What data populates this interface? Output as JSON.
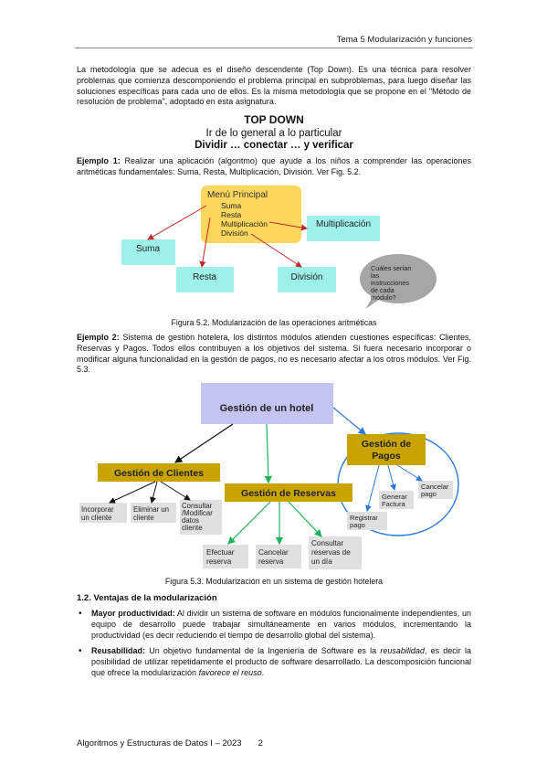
{
  "header": {
    "chapter": "Tema 5 Modularización y funciones"
  },
  "intro": "La metodología que se adecua es el diseño descendente (Top Down). Es una técnica para resolver problemas que comienza descomponiendo el problema principal en subproblemas, para luego diseñar las soluciones específicas para cada uno de ellos. Es la misma metodología que se propone en el \"Método de resolución de problema\", adoptado en esta asignatura.",
  "topdown": {
    "title": "TOP DOWN",
    "line1": "Ir de lo general a lo particular",
    "line2": "Dividir … conectar … y verificar"
  },
  "example1": {
    "label": "Ejemplo 1:",
    "text": " Realizar una aplicación (algoritmo) que ayude a los niños a comprender las operaciones aritméticas fundamentales: Suma, Resta, Multiplicación, División. Ver Fig. 5.2."
  },
  "fig52": {
    "menu_title": "Menú Principal",
    "menu_items": [
      "Suma",
      "Resta",
      "Multiplicación",
      "División"
    ],
    "boxes": {
      "suma": "Suma",
      "resta": "Resta",
      "multiplicacion": "Multiplicación",
      "division": "División"
    },
    "bubble": [
      "Cuáles serían",
      "las",
      "instrucciones",
      "de cada",
      "módulo?"
    ],
    "caption": "Figura 5.2. Modularización de las operaciones aritméticas"
  },
  "example2": {
    "label": "Ejemplo 2:",
    "text": " Sistema de gestión hotelera, los distintos módulos atienden cuestiones específicas: Clientes, Reservas y Pagos. Todos ellos contribuyen a los objetivos del sistema. Si fuera necesario incorporar o modificar alguna funcionalidad en la gestión de pagos, no es necesario afectar a los otros módulos. Ver Fig. 5.3."
  },
  "fig53": {
    "hotel": "Gestión de un hotel",
    "clientes": "Gestión de Clientes",
    "reservas": "Gestión de Reservas",
    "pagos": [
      "Gestión de",
      "Pagos"
    ],
    "clientes_subs": [
      [
        "Incorporar",
        "un cliente"
      ],
      [
        "Eliminar un",
        "cliente"
      ],
      [
        "Consultar",
        "/Modificar",
        "datos",
        "cliente"
      ]
    ],
    "reservas_subs": [
      [
        "Efectuar",
        "reserva"
      ],
      [
        "Cancelar",
        "reserva"
      ],
      [
        "Consultar",
        "reservas de",
        "un día"
      ]
    ],
    "pagos_subs": [
      [
        "Generar",
        "Factura"
      ],
      [
        "Cancelar",
        "pago"
      ],
      [
        "Registrar",
        "pago"
      ]
    ],
    "caption": "Figura 5.3. Modularización en un sistema de gestión hotelera"
  },
  "section": {
    "number": "1.2.",
    "title": "Ventajas de la modularización"
  },
  "bullets": [
    {
      "term": "Mayor productividad:",
      "text": " Al dividir un sistema de software en módulos funcionalmente independientes, un equipo de desarrollo puede trabajar simultáneamente en varios módulos, incrementando la productividad (es decir reduciendo el tiempo de desarrollo global del sistema)."
    },
    {
      "term": "Reusabilidad:",
      "text_a": " Un objetivo fundamental de la Ingeniería de Software es la ",
      "em_a": "reusabilidad",
      "text_b": ", es decir la posibilidad de utilizar repetidamente el producto de software desarrollado. La descomposición funcional que ofrece la modularización ",
      "em_b": "favorece el reuso",
      "text_c": "."
    }
  ],
  "footer": {
    "course": "Algoritmos y Estructuras de Datos I – 2023",
    "page": "2"
  }
}
